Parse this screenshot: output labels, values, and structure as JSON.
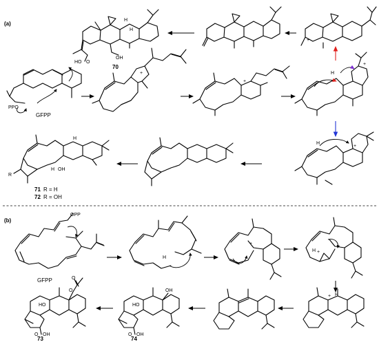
{
  "panels": {
    "a": "(a)",
    "b": "(b)"
  },
  "compounds": {
    "c70": "70",
    "c71": "71",
    "c72": "72",
    "c73": "73",
    "c74": "74"
  },
  "substituents": {
    "r71": "R = H",
    "r72": "R = OH",
    "R": "R"
  },
  "atoms": {
    "H": "H",
    "OH": "OH",
    "HO": "HO",
    "HOOC": "HO",
    "O": "O",
    "PPO": "PPO",
    "OPP": "OPP",
    "plus": "+"
  },
  "precursor": "GFPP",
  "colors": {
    "red_arrow": "#e0201c",
    "blue_arrow": "#2236d6",
    "purple_arrow": "#7b2bd0"
  }
}
